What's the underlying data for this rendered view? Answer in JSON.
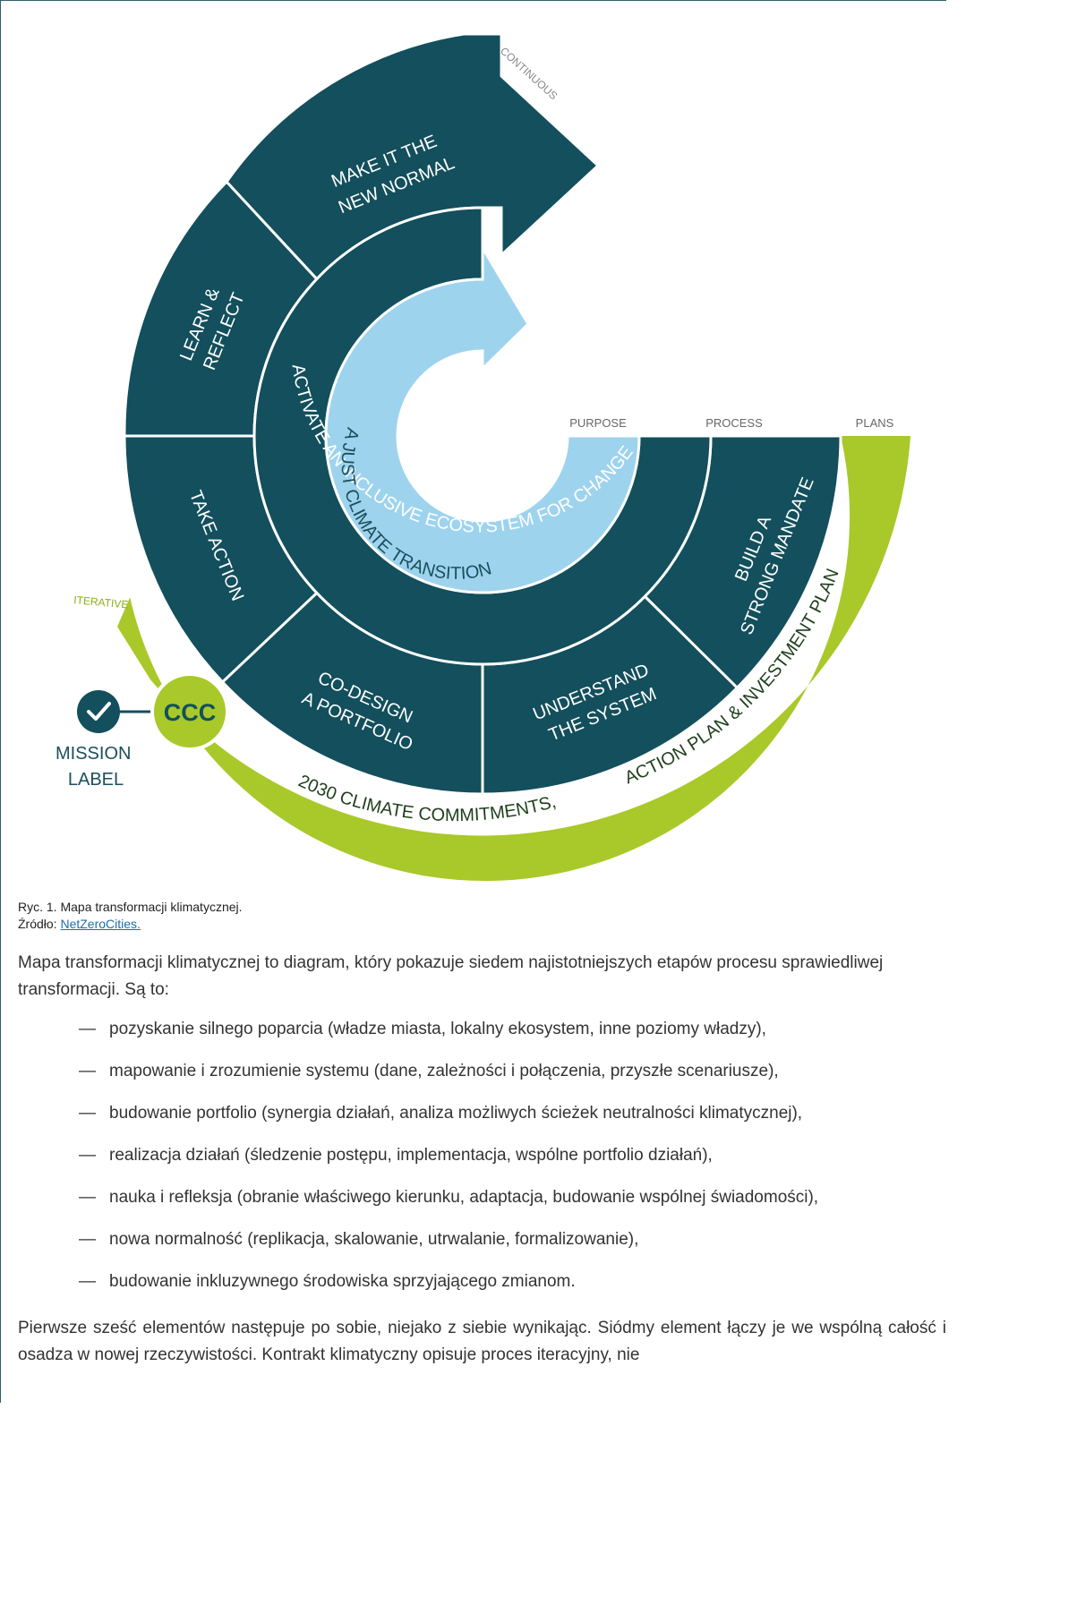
{
  "diagram": {
    "segments": {
      "make_it_new_normal": [
        "MAKE IT THE",
        "NEW NORMAL"
      ],
      "learn_reflect": [
        "LEARN &",
        "REFLECT"
      ],
      "take_action": "TAKE ACTION",
      "co_design": [
        "CO-DESIGN",
        "A PORTFOLIO"
      ],
      "understand": [
        "UNDERSTAND",
        "THE SYSTEM"
      ],
      "build_mandate": [
        "BUILD A",
        "STRONG MANDATE"
      ]
    },
    "middle_ring": "ACTIVATE AN INCLUSIVE ECOSYSTEM FOR CHANGE",
    "inner_ring": "A JUST CLIMATE TRANSITION",
    "outer_ring": [
      "2030 CLIMATE COMMITMENTS,",
      "ACTION PLAN & INVESTMENT PLAN"
    ],
    "ring_labels": {
      "purpose": "PURPOSE",
      "process": "PROCESS",
      "plans": "PLANS"
    },
    "continuous": "CONTINUOUS",
    "iterative": "ITERATIVE",
    "ccc": "CCC",
    "mission_label": [
      "MISSION",
      "LABEL"
    ],
    "colors": {
      "dark_teal": "#134f5c",
      "light_blue": "#9ed3ee",
      "lime": "#a8c929",
      "lime_text": "#2a4a20"
    }
  },
  "caption": {
    "line1": "Ryc. 1. Mapa transformacji klimatycznej.",
    "source_prefix": "Źródło: ",
    "source_link": "NetZeroCities."
  },
  "intro": "Mapa transformacji klimatycznej to diagram, który pokazuje siedem najistotniejszych etapów procesu sprawiedliwej transformacji.  Są to:",
  "list": [
    "pozyskanie silnego poparcia (władze miasta, lokalny ekosystem, inne poziomy władzy),",
    "mapowanie i zrozumienie systemu (dane, zależności i połączenia, przyszłe scenariusze),",
    "budowanie portfolio (synergia działań, analiza możliwych ścieżek neutralności klimatycznej),",
    "realizacja działań (śledzenie postępu, implementacja, wspólne portfolio działań),",
    "nauka i refleksja (obranie właściwego kierunku, adaptacja, budowanie wspólnej świadomości),",
    "nowa normalność (replikacja, skalowanie, utrwalanie, formalizowanie),",
    "budowanie inkluzywnego środowiska sprzyjającego zmianom."
  ],
  "dash": "—",
  "outro": "Pierwsze sześć elementów następuje po sobie, niejako z siebie wynikając. Siódmy element łączy je we wspólną całość i osadza w nowej rzeczywistości. Kontrakt klimatyczny opisuje proces iteracyjny, nie"
}
